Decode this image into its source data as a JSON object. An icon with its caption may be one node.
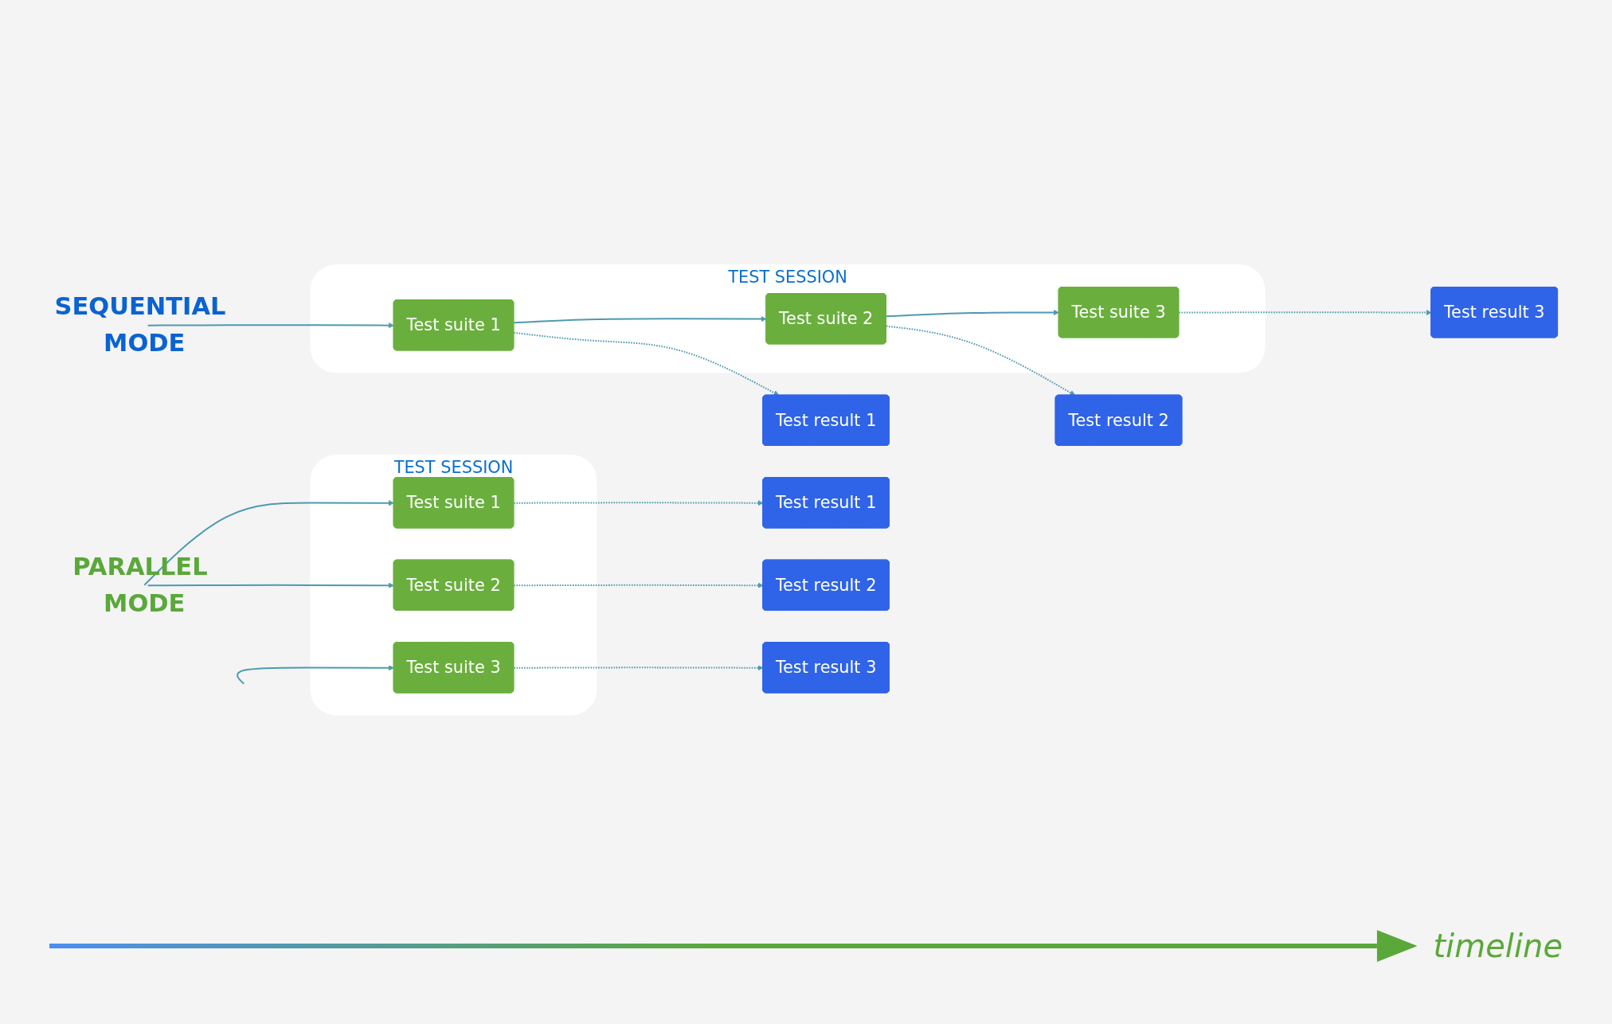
{
  "diagram": {
    "nodes": [
      {
        "text": [
          "SEQUENTIAL MODE"
        ]
      },
      {
        "text": [
          "TEST SESSION"
        ]
      },
      {
        "text": [
          "Test suite 1"
        ],
        "in": 1
      },
      {
        "text": [
          "Test suite 2"
        ],
        "in": 1
      },
      {
        "text": [
          "Test suite 3"
        ],
        "in": 1
      },
      {
        "text": [
          "Test result 1"
        ]
      },
      {
        "text": [
          "Test result 2"
        ]
      },
      {
        "text": [
          "Test result 3"
        ]
      },
      {
        "text": [
          "PARALLEL MODE"
        ]
      },
      {
        "text": [
          "TEST SESSION"
        ]
      },
      {
        "text": [
          "Test suite 1"
        ],
        "in": 9
      },
      {
        "text": [
          "Test suite 2"
        ],
        "in": 9
      },
      {
        "text": [
          "Test suite 3"
        ],
        "in": 9
      },
      {
        "text": [
          "Test result 1"
        ]
      },
      {
        "text": [
          "Test result 2"
        ]
      },
      {
        "text": [
          "Test result 3"
        ]
      }
    ],
    "edges": [
      {
        "from": 0,
        "to": 2,
        "arrow": "to"
      },
      {
        "from": 2,
        "to": 3,
        "arrow": "to"
      },
      {
        "from": 3,
        "to": 4,
        "arrow": "to"
      },
      {
        "from": 2,
        "to": 5,
        "arrow": "to",
        "style": "dashed"
      },
      {
        "from": 3,
        "to": 6,
        "arrow": "to",
        "style": "dashed"
      },
      {
        "from": 4,
        "to": 7,
        "arrow": "to",
        "style": "dashed"
      },
      {
        "from": 8,
        "to": 10,
        "arrow": "to"
      },
      {
        "from": 8,
        "to": 11,
        "arrow": "to"
      },
      {
        "from": 8,
        "to": 12,
        "arrow": "to"
      },
      {
        "from": 10,
        "to": 13,
        "arrow": "to",
        "style": "dashed"
      },
      {
        "from": 11,
        "to": 14,
        "arrow": "to",
        "style": "dashed"
      },
      {
        "from": 12,
        "to": 15,
        "arrow": "to",
        "style": "dashed"
      }
    ],
    "labels": [
      "timeline"
    ]
  }
}
